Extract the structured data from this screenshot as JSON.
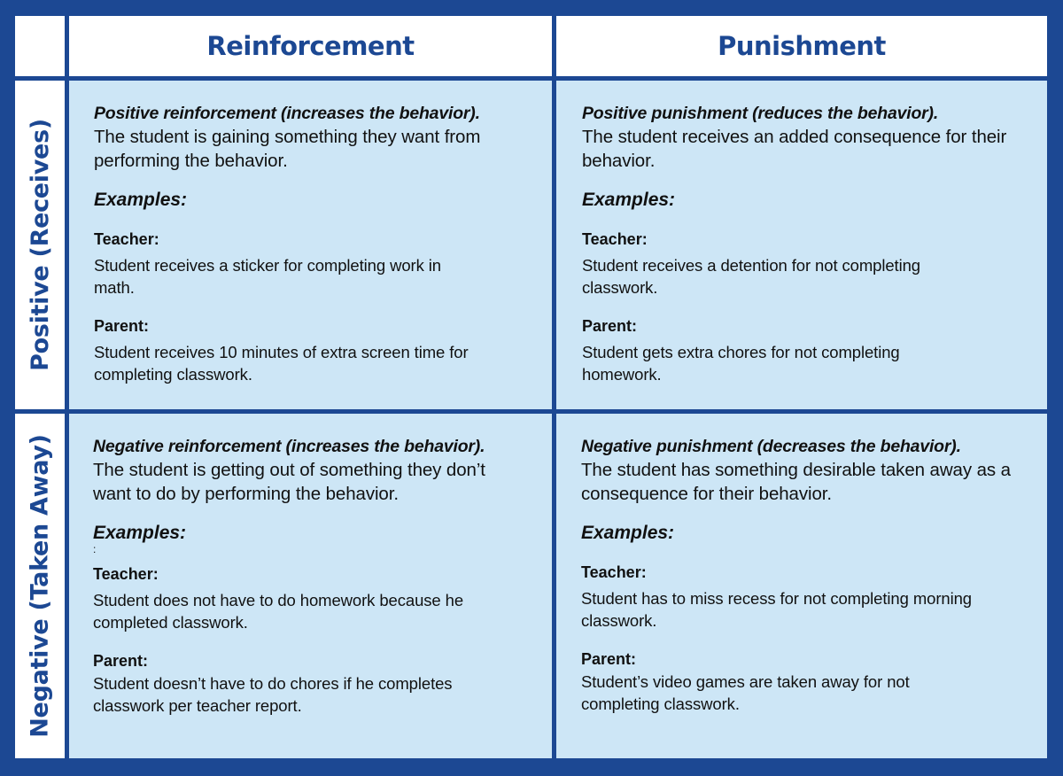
{
  "colors": {
    "border_blue": "#1c4893",
    "cell_light_blue": "#cde6f6",
    "header_white": "#ffffff",
    "text_dark": "#111111"
  },
  "columns": [
    {
      "label": "Reinforcement"
    },
    {
      "label": "Punishment"
    }
  ],
  "rows": [
    {
      "label": "Positive (Receives)"
    },
    {
      "label": "Negative (Taken Away)"
    }
  ],
  "cells": {
    "positive_reinforcement": {
      "lead": "Positive reinforcement (increases the behavior).",
      "description": "The student is gaining something they want from performing the behavior.",
      "examples_label": "Examples:",
      "teacher_label": "Teacher:",
      "teacher_example": "Student receives a sticker for completing work in math.",
      "parent_label": "Parent:",
      "parent_example": "Student receives 10 minutes of extra screen time for completing classwork."
    },
    "positive_punishment": {
      "lead": "Positive punishment (reduces the behavior).",
      "description": "The student receives an added consequence for their behavior.",
      "examples_label": "Examples:",
      "teacher_label": "Teacher:",
      "teacher_example": "Student receives a detention for not completing classwork.",
      "parent_label": "Parent:",
      "parent_example": "Student gets extra chores for not completing homework."
    },
    "negative_reinforcement": {
      "lead": "Negative reinforcement (increases the behavior).",
      "description": "The student is getting out of something they don’t want to do by performing the behavior.",
      "examples_label": "Examples:",
      "stray_mark": ":",
      "teacher_label": "Teacher:",
      "teacher_example": "Student does not have to do homework because he completed classwork.",
      "parent_label": "Parent:",
      "parent_example": "Student doesn’t have to do chores if he completes classwork per teacher report."
    },
    "negative_punishment": {
      "lead": "Negative punishment (decreases the behavior).",
      "description": "The student has something desirable taken away as a consequence for their behavior.",
      "examples_label": "Examples:",
      "teacher_label": "Teacher:",
      "teacher_example": "Student has to miss recess for not completing morning classwork.",
      "parent_label": "Parent:",
      "parent_example": "Student’s video games are taken away for not completing classwork."
    }
  }
}
